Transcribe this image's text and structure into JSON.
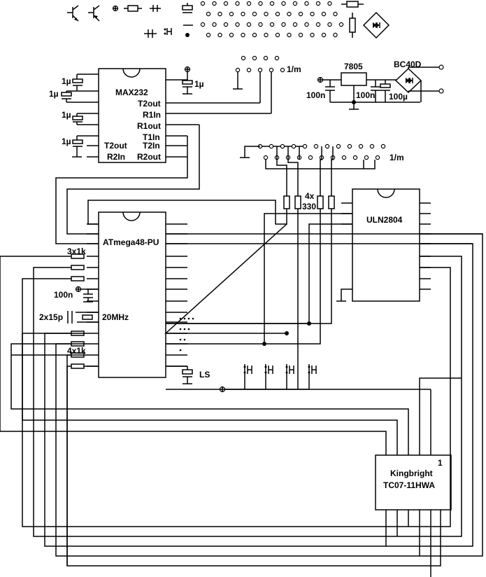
{
  "components": {
    "max232": {
      "name": "MAX232",
      "pins_right": [
        "T2out",
        "R1In",
        "R1out",
        "T1In"
      ],
      "pins_left_bottom": [
        "T2out",
        "R2In"
      ],
      "pins_right_bottom": [
        "T2In",
        "R2out"
      ]
    },
    "atmega": {
      "name": "ATmega48-PU"
    },
    "uln": {
      "name": "ULN2804"
    },
    "display": {
      "name_line1": "Kingbright",
      "name_line2": "TC07-11HWA",
      "pin_one": "1"
    },
    "regulator": {
      "name": "7805"
    },
    "bridge": {
      "name": "BC40D"
    }
  },
  "labels": {
    "cap_1u": "1µ",
    "cap_100n": "100n",
    "cap_100u": "100µ",
    "cap_2x15p": "2x15p",
    "crystal": "20MHz",
    "res_3x1k": "3x1k",
    "res_4x1k": "4x1k",
    "res_4x_line1": "4x",
    "res_4x_line2": "330",
    "speaker": "LS",
    "connector": "1/m"
  }
}
